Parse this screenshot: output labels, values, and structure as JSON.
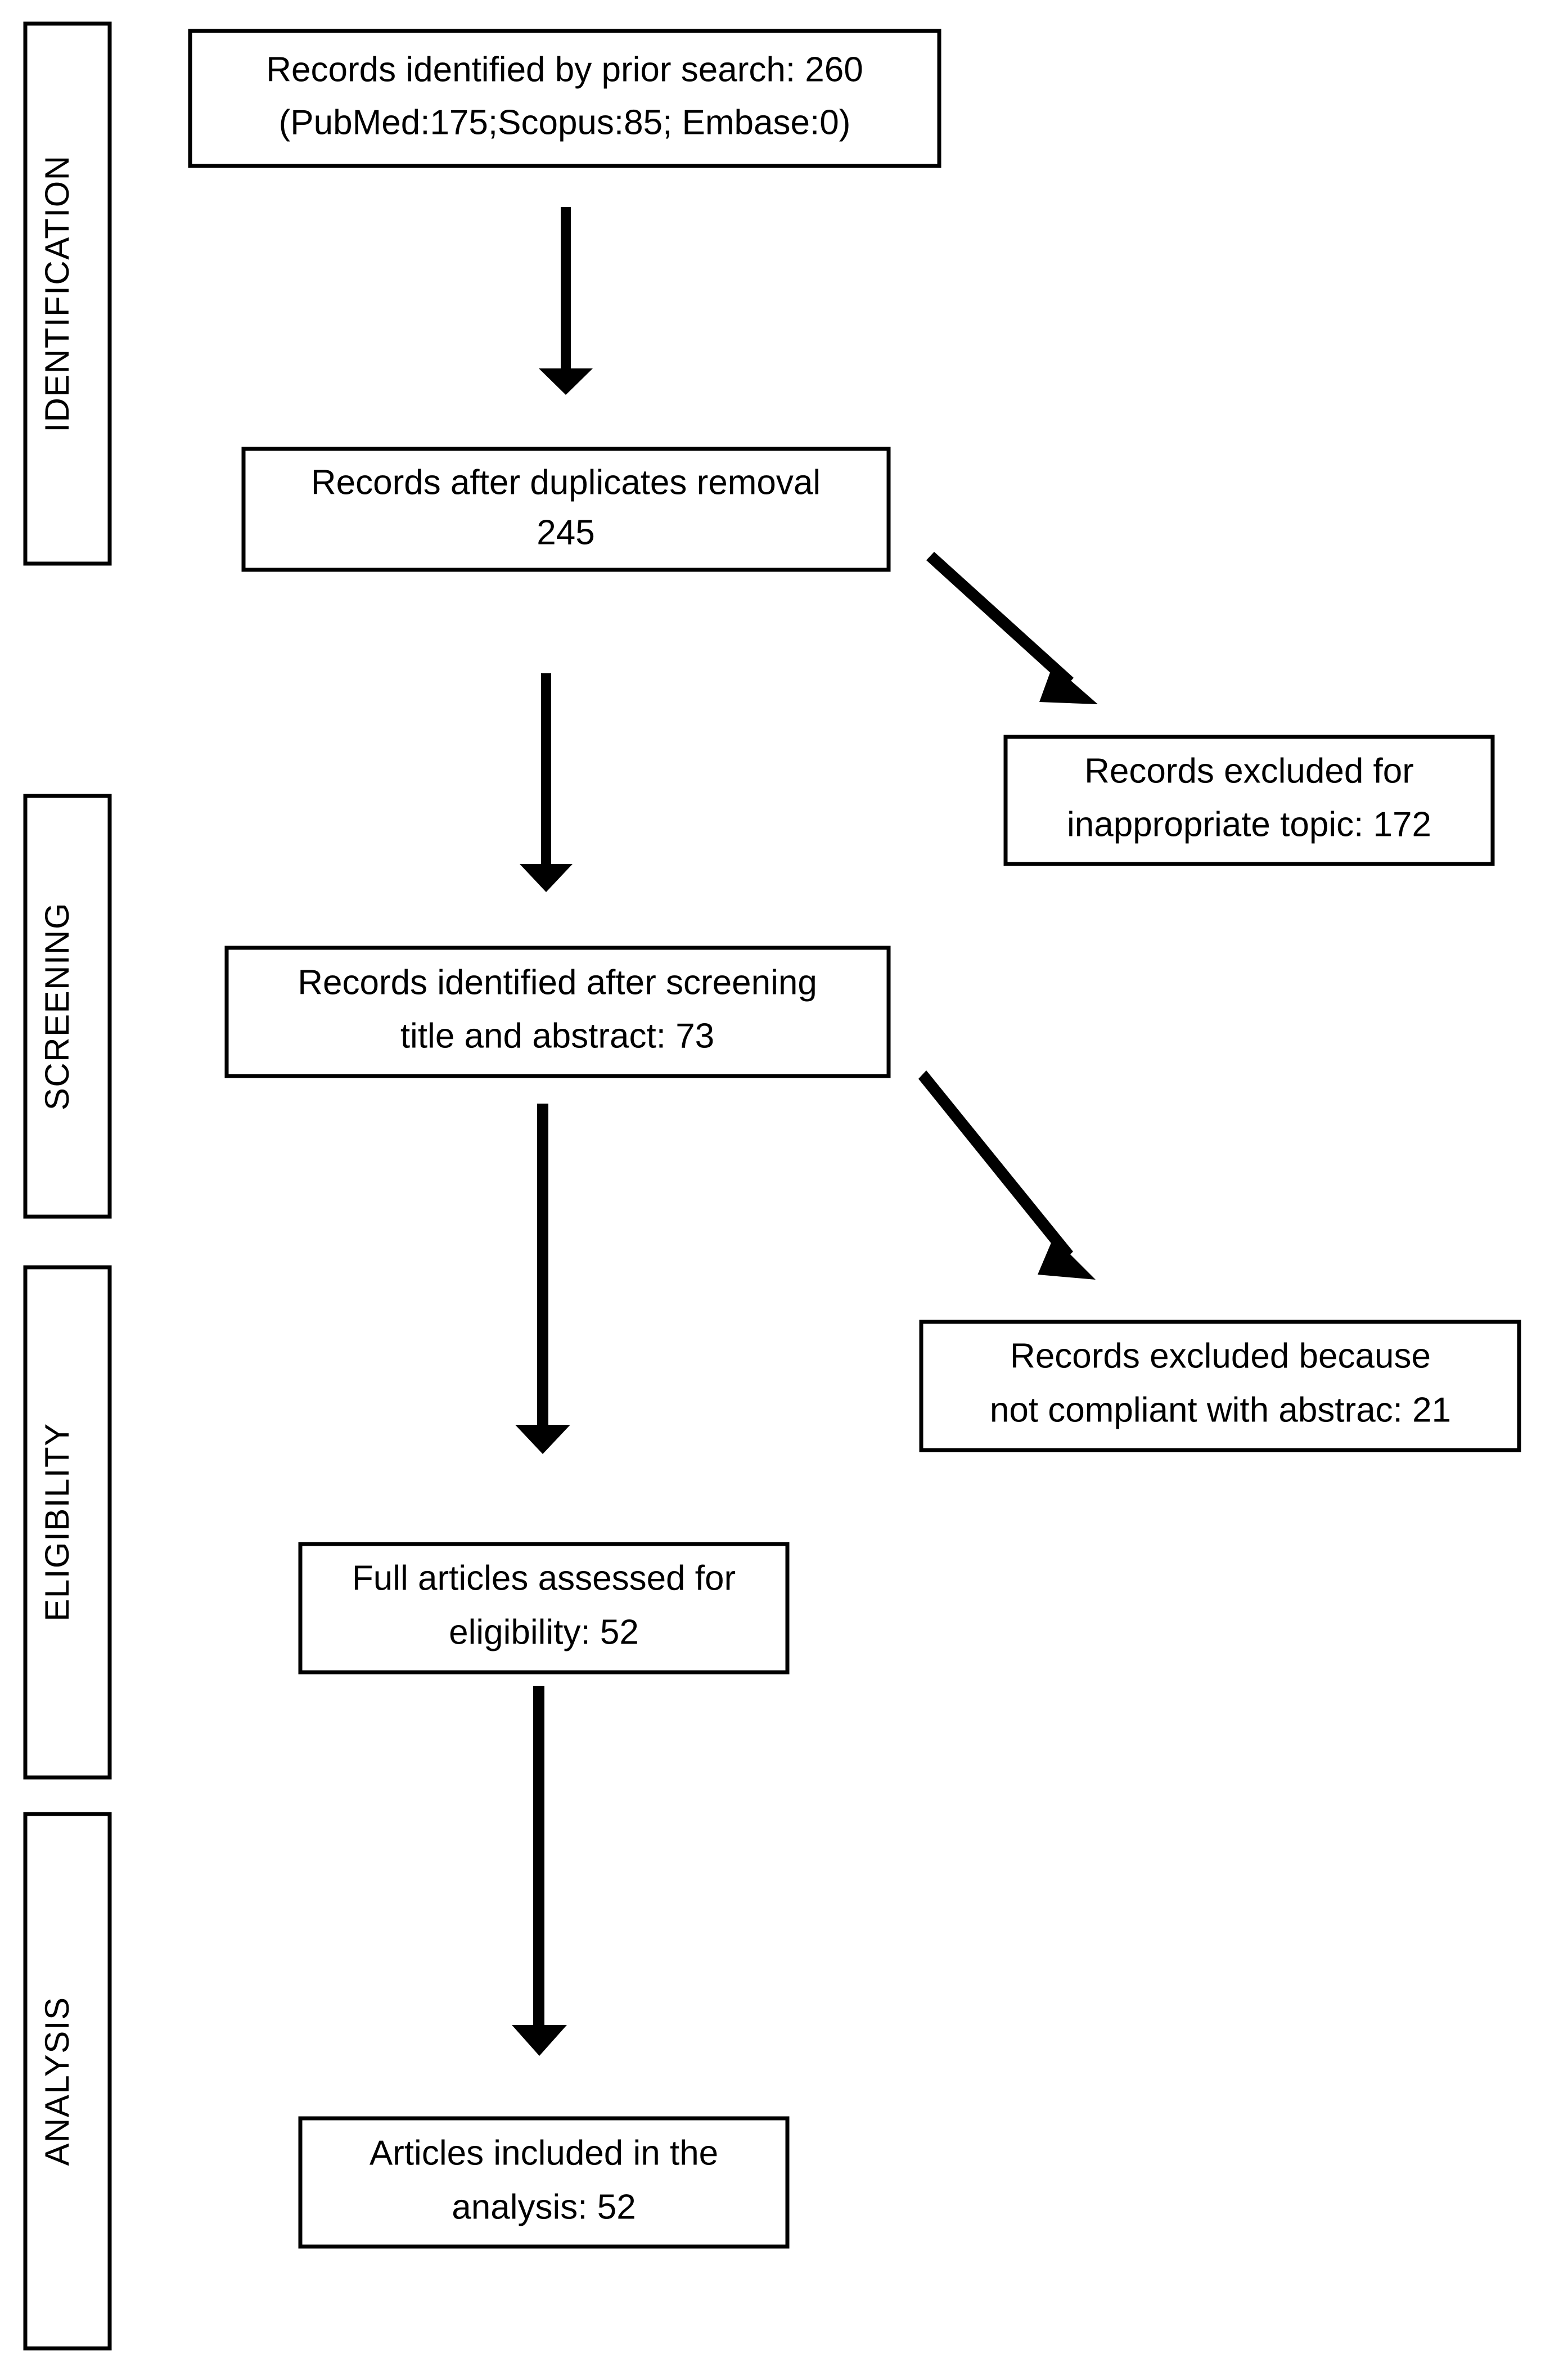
{
  "diagram": {
    "title": "PRISMA study selection flow diagram",
    "colors": {
      "background": "#ffffff",
      "stroke": "#000000",
      "text": "#000000"
    },
    "stages": [
      {
        "id": "identification",
        "label": "IDENTIFICATION"
      },
      {
        "id": "screening",
        "label": "SCREENING"
      },
      {
        "id": "eligibility",
        "label": "ELIGIBILITY"
      },
      {
        "id": "analysis",
        "label": "ANALYSIS"
      }
    ],
    "boxes": [
      {
        "id": "records-identified",
        "stage": "identification",
        "lines": [
          "Records identified by prior search: 260",
          "(PubMed:175;Scopus:85; Embase:0)"
        ],
        "count": 260,
        "sources": {
          "PubMed": 175,
          "Scopus": 85,
          "Embase": 0
        }
      },
      {
        "id": "records-after-duplicates",
        "stage": "identification",
        "lines": [
          "Records after duplicates removal",
          "245"
        ],
        "count": 245
      },
      {
        "id": "records-excluded-topic",
        "stage": "screening",
        "lines": [
          "Records excluded for",
          "inappropriate topic: 172"
        ],
        "count": 172
      },
      {
        "id": "records-after-screening",
        "stage": "screening",
        "lines": [
          "Records identified after screening",
          "title and abstract: 73"
        ],
        "count": 73
      },
      {
        "id": "records-excluded-abstract",
        "stage": "eligibility",
        "lines": [
          "Records excluded because",
          "not compliant with abstrac: 21"
        ],
        "count": 21
      },
      {
        "id": "full-articles-assessed",
        "stage": "eligibility",
        "lines": [
          "Full articles assessed  for",
          "eligibility: 52"
        ],
        "count": 52
      },
      {
        "id": "articles-included",
        "stage": "analysis",
        "lines": [
          "Articles included in the",
          "analysis: 52"
        ],
        "count": 52
      }
    ],
    "arrows": [
      {
        "id": "arrow-identified-to-duplicates",
        "kind": "vertical",
        "from": "records-identified",
        "to": "records-after-duplicates"
      },
      {
        "id": "arrow-duplicates-to-excluded-topic",
        "kind": "diagonal",
        "from": "records-after-duplicates",
        "to": "records-excluded-topic"
      },
      {
        "id": "arrow-duplicates-to-screening",
        "kind": "vertical",
        "from": "records-after-duplicates",
        "to": "records-after-screening"
      },
      {
        "id": "arrow-screening-to-excluded-abstract",
        "kind": "diagonal",
        "from": "records-after-screening",
        "to": "records-excluded-abstract"
      },
      {
        "id": "arrow-screening-to-eligibility",
        "kind": "vertical",
        "from": "records-after-screening",
        "to": "full-articles-assessed"
      },
      {
        "id": "arrow-eligibility-to-analysis",
        "kind": "vertical",
        "from": "full-articles-assessed",
        "to": "articles-included"
      }
    ],
    "chart_data": {
      "type": "diagram",
      "title": "PRISMA flow: records through identification, screening, eligibility and analysis",
      "nodes": [
        {
          "label": "Records identified by prior search",
          "value": 260
        },
        {
          "label": "PubMed",
          "value": 175
        },
        {
          "label": "Scopus",
          "value": 85
        },
        {
          "label": "Embase",
          "value": 0
        },
        {
          "label": "Records after duplicates removal",
          "value": 245
        },
        {
          "label": "Records excluded for inappropriate topic",
          "value": 172
        },
        {
          "label": "Records identified after screening title and abstract",
          "value": 73
        },
        {
          "label": "Records excluded because not compliant with abstrac",
          "value": 21
        },
        {
          "label": "Full articles assessed for eligibility",
          "value": 52
        },
        {
          "label": "Articles included in the analysis",
          "value": 52
        }
      ]
    }
  }
}
